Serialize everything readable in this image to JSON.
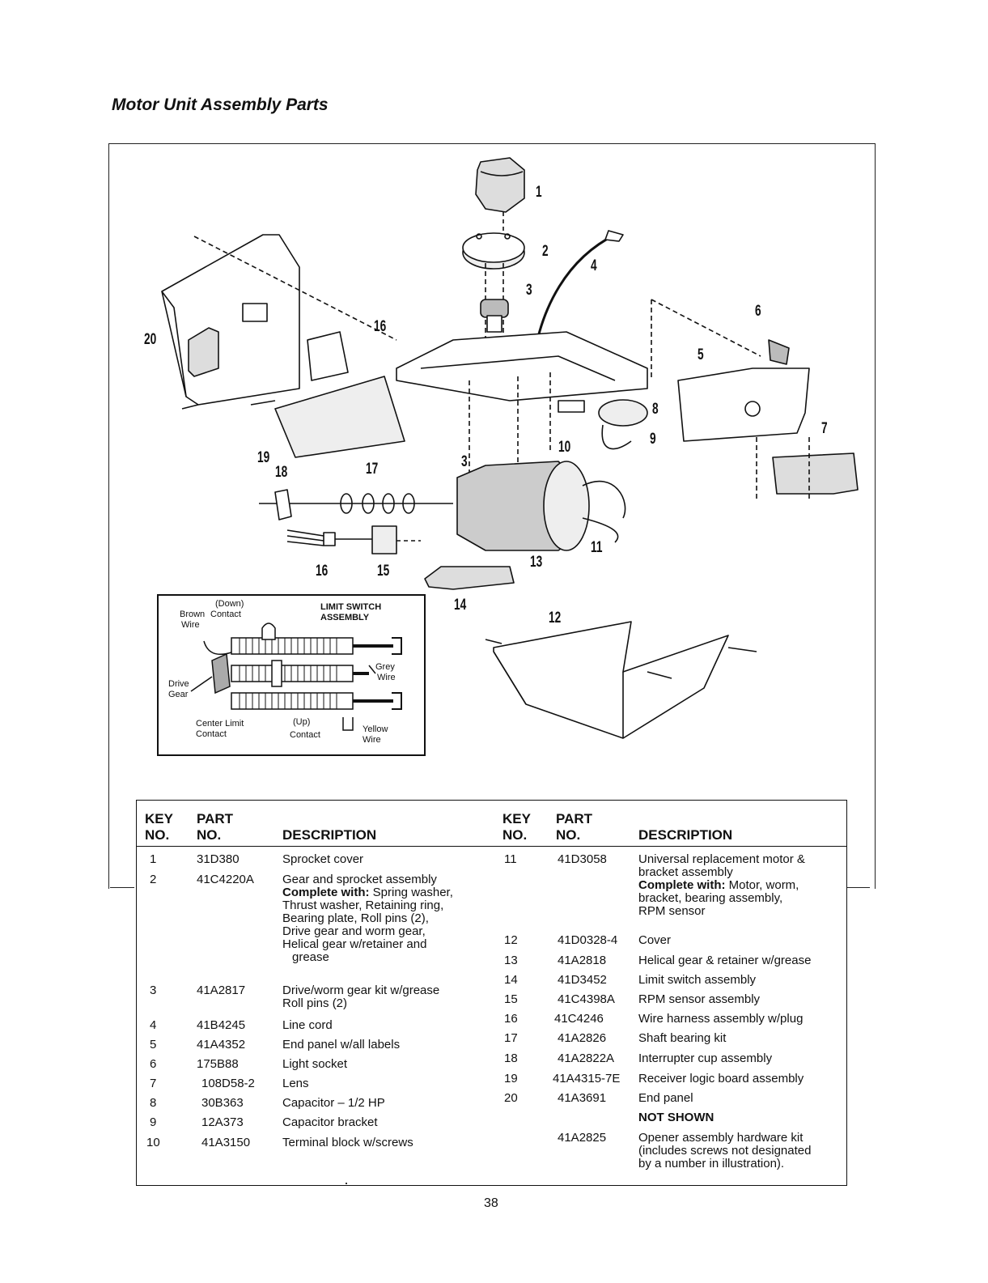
{
  "title": "Motor Unit Assembly Parts",
  "callouts": [
    "1",
    "2",
    "3",
    "4",
    "5",
    "6",
    "7",
    "8",
    "9",
    "10",
    "11",
    "12",
    "13",
    "14",
    "15",
    "16",
    "16",
    "17",
    "18",
    "19",
    "20",
    "3"
  ],
  "inset": {
    "title_line1": "LIMIT SWITCH",
    "title_line2": "ASSEMBLY",
    "down_line1": "(Down)",
    "down_line2": "Contact",
    "brown_line1": "Brown",
    "brown_line2": "Wire",
    "drive_line1": "Drive",
    "drive_line2": "Gear",
    "grey_line1": "Grey",
    "grey_line2": "Wire",
    "center_line1": "Center Limit",
    "center_line2": "Contact",
    "up_line1": "(Up)",
    "up_line2": "Contact",
    "yellow_line1": "Yellow",
    "yellow_line2": "Wire"
  },
  "table": {
    "header": {
      "key1": "KEY",
      "key2": "NO.",
      "part1": "PART",
      "part2": "NO.",
      "desc": "DESCRIPTION"
    },
    "left": [
      {
        "key": "1",
        "part": "31D380",
        "desc": [
          "Sprocket cover"
        ]
      },
      {
        "key": "2",
        "part": "41C4220A",
        "desc": [
          "Gear and sprocket assembly"
        ],
        "bold_prefix": "Complete with:",
        "desc_rest": [
          " Spring washer,",
          "Thrust washer, Retaining ring,",
          "Bearing plate, Roll pins (2),",
          "Drive gear and worm gear,",
          "Helical gear w/retainer and",
          "  grease"
        ]
      },
      {
        "key": "3",
        "part": "41A2817",
        "desc": [
          "Drive/worm gear kit w/grease",
          "Roll pins (2)"
        ]
      },
      {
        "key": "4",
        "part": "41B4245",
        "desc": [
          "Line cord"
        ]
      },
      {
        "key": "5",
        "part": "41A4352",
        "desc": [
          "End panel w/all labels"
        ]
      },
      {
        "key": "6",
        "part": "175B88",
        "desc": [
          "Light socket"
        ]
      },
      {
        "key": "7",
        "part": "108D58-2",
        "desc": [
          "Lens"
        ]
      },
      {
        "key": "8",
        "part": "30B363",
        "desc": [
          "Capacitor – 1/2 HP"
        ]
      },
      {
        "key": "9",
        "part": "12A373",
        "desc": [
          "Capacitor bracket"
        ]
      },
      {
        "key": "10",
        "part": "41A3150",
        "desc": [
          "Terminal block w/screws"
        ]
      }
    ],
    "right": [
      {
        "key": "11",
        "part": "41D3058",
        "desc": [
          "Universal replacement motor &",
          "bracket assembly"
        ],
        "bold_prefix": "Complete with:",
        "desc_rest": [
          " Motor, worm,",
          "bracket, bearing assembly,",
          "RPM sensor"
        ]
      },
      {
        "key": "12",
        "part": "41D0328-4",
        "desc": [
          "Cover"
        ]
      },
      {
        "key": "13",
        "part": "41A2818",
        "desc": [
          "Helical gear & retainer w/grease"
        ]
      },
      {
        "key": "14",
        "part": "41D3452",
        "desc": [
          "Limit switch assembly"
        ]
      },
      {
        "key": "15",
        "part": "41C4398A",
        "desc": [
          "RPM sensor assembly"
        ]
      },
      {
        "key": "16",
        "part": "41C4246",
        "desc": [
          "Wire harness assembly w/plug"
        ]
      },
      {
        "key": "17",
        "part": "41A2826",
        "desc": [
          "Shaft bearing kit"
        ]
      },
      {
        "key": "18",
        "part": "41A2822A",
        "desc": [
          "Interrupter cup assembly"
        ]
      },
      {
        "key": "19",
        "part": "41A4315-7E",
        "desc": [
          "Receiver logic board assembly"
        ]
      },
      {
        "key": "20",
        "part": "41A3691",
        "desc": [
          "End panel"
        ]
      },
      {
        "key": "",
        "part": "",
        "desc": [
          "NOT SHOWN"
        ],
        "bold": true
      },
      {
        "key": "",
        "part": "41A2825",
        "desc": [
          "Opener assembly hardware kit",
          "(includes screws not designated",
          "by a number in illustration)."
        ]
      }
    ]
  },
  "page_number": "38"
}
